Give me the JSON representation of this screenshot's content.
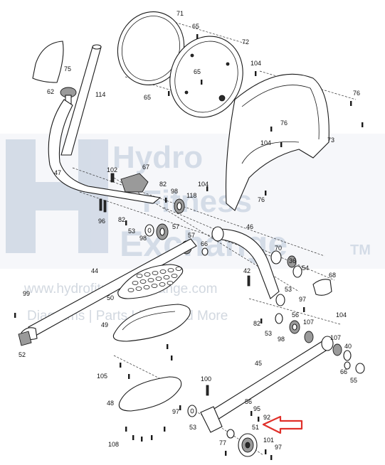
{
  "watermark": {
    "line1": "Hydro",
    "line2": "Fitness",
    "line3": "Exchange",
    "trademark": "TM",
    "url_line": "www.hydrofitnessexchange.com",
    "tagline": "Diagrams | Parts Lists | And More"
  },
  "colors": {
    "watermark_blue": "#b9c6d8",
    "callout_arrow": "#e0302a"
  },
  "callout": {
    "arrow_icon": "red-outline-arrow-icon"
  },
  "part_labels": [
    {
      "id": "71",
      "text": "71"
    },
    {
      "id": "65a",
      "text": "65"
    },
    {
      "id": "72",
      "text": "72"
    },
    {
      "id": "75",
      "text": "75"
    },
    {
      "id": "65b",
      "text": "65"
    },
    {
      "id": "104a",
      "text": "104"
    },
    {
      "id": "62",
      "text": "62"
    },
    {
      "id": "114",
      "text": "114"
    },
    {
      "id": "65c",
      "text": "65"
    },
    {
      "id": "76a",
      "text": "76"
    },
    {
      "id": "76b",
      "text": "76"
    },
    {
      "id": "104b",
      "text": "104"
    },
    {
      "id": "73",
      "text": "73"
    },
    {
      "id": "47",
      "text": "47"
    },
    {
      "id": "102",
      "text": "102"
    },
    {
      "id": "67",
      "text": "67"
    },
    {
      "id": "82a",
      "text": "82"
    },
    {
      "id": "104c",
      "text": "104"
    },
    {
      "id": "98a",
      "text": "98"
    },
    {
      "id": "118",
      "text": "118"
    },
    {
      "id": "76c",
      "text": "76"
    },
    {
      "id": "96",
      "text": "96"
    },
    {
      "id": "82b",
      "text": "82"
    },
    {
      "id": "57a",
      "text": "57"
    },
    {
      "id": "46",
      "text": "46"
    },
    {
      "id": "53a",
      "text": "53"
    },
    {
      "id": "98b",
      "text": "98"
    },
    {
      "id": "57b",
      "text": "57"
    },
    {
      "id": "66a",
      "text": "66"
    },
    {
      "id": "70",
      "text": "70"
    },
    {
      "id": "36",
      "text": "36"
    },
    {
      "id": "44",
      "text": "44"
    },
    {
      "id": "54",
      "text": "54"
    },
    {
      "id": "42",
      "text": "42"
    },
    {
      "id": "68",
      "text": "68"
    },
    {
      "id": "99",
      "text": "99"
    },
    {
      "id": "50",
      "text": "50"
    },
    {
      "id": "53b",
      "text": "53"
    },
    {
      "id": "97a",
      "text": "97"
    },
    {
      "id": "104d",
      "text": "104"
    },
    {
      "id": "82c",
      "text": "82"
    },
    {
      "id": "56",
      "text": "56"
    },
    {
      "id": "49",
      "text": "49"
    },
    {
      "id": "53c",
      "text": "53"
    },
    {
      "id": "107a",
      "text": "107"
    },
    {
      "id": "98c",
      "text": "98"
    },
    {
      "id": "52",
      "text": "52"
    },
    {
      "id": "107b",
      "text": "107"
    },
    {
      "id": "40",
      "text": "40"
    },
    {
      "id": "45",
      "text": "45"
    },
    {
      "id": "66b",
      "text": "66"
    },
    {
      "id": "105",
      "text": "105"
    },
    {
      "id": "55",
      "text": "55"
    },
    {
      "id": "100",
      "text": "100"
    },
    {
      "id": "48",
      "text": "48"
    },
    {
      "id": "56b",
      "text": "56"
    },
    {
      "id": "95",
      "text": "95"
    },
    {
      "id": "97b",
      "text": "97"
    },
    {
      "id": "92",
      "text": "92"
    },
    {
      "id": "53d",
      "text": "53"
    },
    {
      "id": "51",
      "text": "51"
    },
    {
      "id": "108",
      "text": "108"
    },
    {
      "id": "77",
      "text": "77"
    },
    {
      "id": "101",
      "text": "101"
    },
    {
      "id": "97c",
      "text": "97"
    }
  ]
}
